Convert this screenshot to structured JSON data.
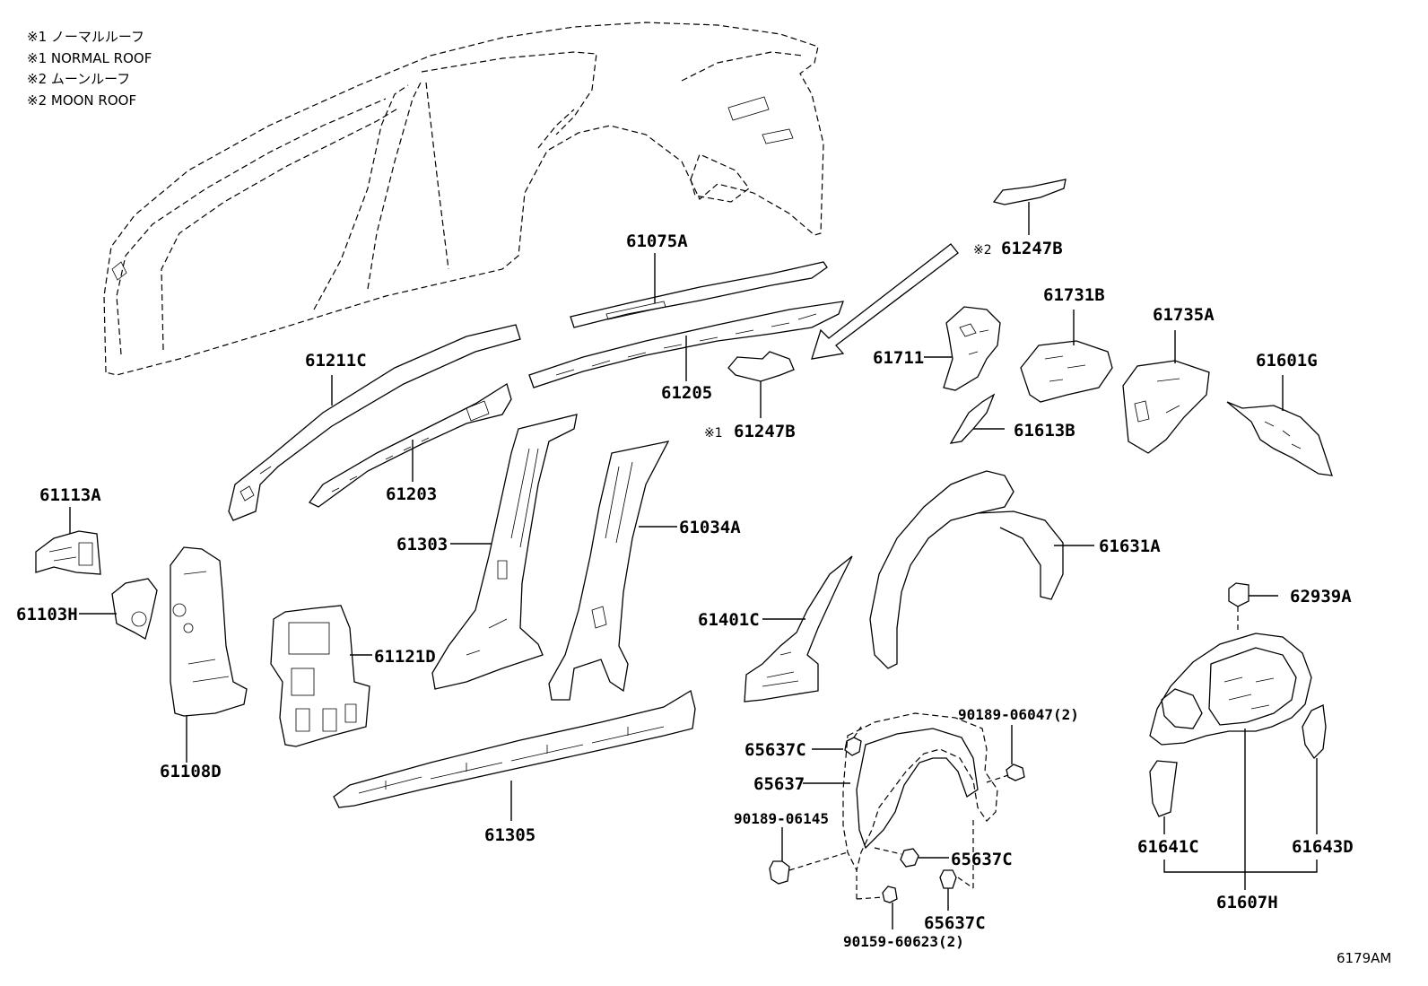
{
  "legend": [
    "※1 ノーマルルーフ",
    "※1 NORMAL ROOF",
    "※2 ムーンルーフ",
    "※2 MOON ROOF"
  ],
  "parts": {
    "p61075A": "61075A",
    "p61247B_moon": "61247B",
    "p61247B_normal": "61247B",
    "mark2": "※2",
    "mark1": "※1",
    "p61211C": "61211C",
    "p61205": "61205",
    "p61203": "61203",
    "p61711": "61711",
    "p61731B": "61731B",
    "p61735A": "61735A",
    "p61601G": "61601G",
    "p61613B": "61613B",
    "p61113A": "61113A",
    "p61103H": "61103H",
    "p61108D": "61108D",
    "p61121D": "61121D",
    "p61303": "61303",
    "p61034A": "61034A",
    "p61305": "61305",
    "p61631A": "61631A",
    "p61401C": "61401C",
    "p62939A": "62939A",
    "p65637C_a": "65637C",
    "p65637": "65637",
    "p90189_06047": "90189-06047(2)",
    "p90189_06145": "90189-06145",
    "p65637C_b": "65637C",
    "p65637C_c": "65637C",
    "p90159_60623": "90159-60623(2)",
    "p61641C": "61641C",
    "p61643D": "61643D",
    "p61607H": "61607H"
  },
  "figure_id": "6179AM"
}
